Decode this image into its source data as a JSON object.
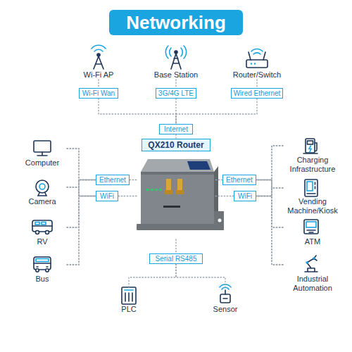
{
  "diagram": {
    "title": "Networking",
    "nodes": [
      {
        "text": [
          "Wi-Fi AP"
        ]
      },
      {
        "text": [
          "Base Station"
        ]
      },
      {
        "text": [
          "Router/Switch"
        ]
      },
      {
        "text": [
          "Wi-Fi Wan"
        ]
      },
      {
        "text": [
          "3G/4G LTE"
        ]
      },
      {
        "text": [
          "Wired Ethernet"
        ]
      },
      {
        "text": [
          "Internet"
        ]
      },
      {
        "text": [
          "QX210 Router"
        ]
      },
      {
        "text": [
          "Computer"
        ]
      },
      {
        "text": [
          "Camera"
        ]
      },
      {
        "text": [
          "RV"
        ]
      },
      {
        "text": [
          "Bus"
        ]
      },
      {
        "text": [
          "Ethernet"
        ]
      },
      {
        "text": [
          "WiFi"
        ]
      },
      {
        "text": [
          "Charging Infrastructure"
        ]
      },
      {
        "text": [
          "Vending Machine/Kiosk"
        ]
      },
      {
        "text": [
          "ATM"
        ]
      },
      {
        "text": [
          "Industrial Automation"
        ]
      },
      {
        "text": [
          "Ethernet"
        ]
      },
      {
        "text": [
          "WiFi"
        ]
      },
      {
        "text": [
          "Serial RS485"
        ]
      },
      {
        "text": [
          "PLC"
        ]
      },
      {
        "text": [
          "Sensor"
        ]
      }
    ],
    "edges": [
      {
        "from": 0,
        "to": 3,
        "arrow": "none"
      },
      {
        "from": 1,
        "to": 4,
        "arrow": "none"
      },
      {
        "from": 2,
        "to": 5,
        "arrow": "none"
      },
      {
        "from": 3,
        "to": 6,
        "arrow": "none"
      },
      {
        "from": 4,
        "to": 6,
        "arrow": "none"
      },
      {
        "from": 5,
        "to": 6,
        "arrow": "none"
      },
      {
        "from": 6,
        "to": 7,
        "arrow": "none"
      },
      {
        "from": 8,
        "to": 12,
        "arrow": "none"
      },
      {
        "from": 8,
        "to": 13,
        "arrow": "none"
      },
      {
        "from": 9,
        "to": 12,
        "arrow": "none"
      },
      {
        "from": 9,
        "to": 13,
        "arrow": "none"
      },
      {
        "from": 10,
        "to": 12,
        "arrow": "none"
      },
      {
        "from": 10,
        "to": 13,
        "arrow": "none"
      },
      {
        "from": 11,
        "to": 12,
        "arrow": "none"
      },
      {
        "from": 11,
        "to": 13,
        "arrow": "none"
      },
      {
        "from": 12,
        "to": 7,
        "arrow": "none"
      },
      {
        "from": 13,
        "to": 7,
        "arrow": "none"
      },
      {
        "from": 14,
        "to": 18,
        "arrow": "none"
      },
      {
        "from": 14,
        "to": 19,
        "arrow": "none"
      },
      {
        "from": 15,
        "to": 18,
        "arrow": "none"
      },
      {
        "from": 15,
        "to": 19,
        "arrow": "none"
      },
      {
        "from": 16,
        "to": 18,
        "arrow": "none"
      },
      {
        "from": 16,
        "to": 19,
        "arrow": "none"
      },
      {
        "from": 17,
        "to": 18,
        "arrow": "none"
      },
      {
        "from": 17,
        "to": 19,
        "arrow": "none"
      },
      {
        "from": 18,
        "to": 7,
        "arrow": "none"
      },
      {
        "from": 19,
        "to": 7,
        "arrow": "none"
      },
      {
        "from": 7,
        "to": 20,
        "arrow": "none"
      },
      {
        "from": 20,
        "to": 21,
        "arrow": "none"
      },
      {
        "from": 20,
        "to": 22,
        "arrow": "none"
      }
    ]
  }
}
